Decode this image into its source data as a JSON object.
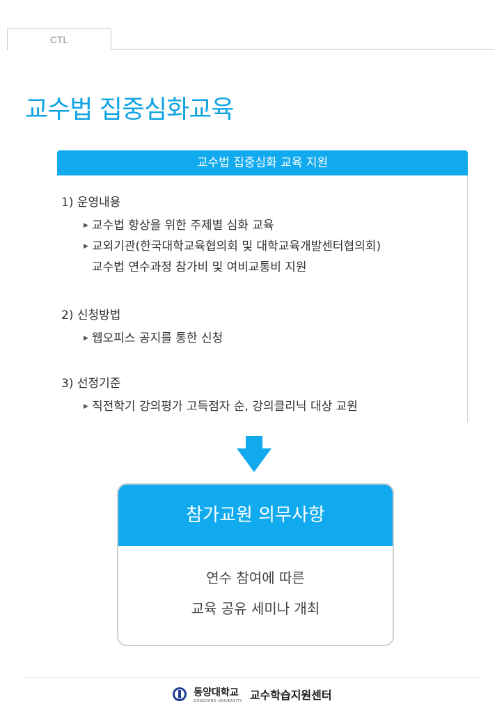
{
  "tab": {
    "label": "CTL"
  },
  "page_title": "교수법 집중심화교육",
  "card": {
    "header": "교수법 집중심화 교육 지원",
    "sections": [
      {
        "title": "1) 운영내용",
        "items": [
          "교수법 향상을 위한 주제별 심화 교육",
          "교외기관(한국대학교육협의회 및 대학교육개발센터협의회)"
        ],
        "continuation": "교수법 연수과정 참가비  및 여비교통비 지원"
      },
      {
        "title": "2) 신청방법",
        "items": [
          "웹오피스 공지를 통한 신청"
        ]
      },
      {
        "title": "3) 선정기준",
        "items": [
          "직전학기 강의평가 고득점자 순, 강의클리닉 대상 교원"
        ]
      }
    ]
  },
  "duty": {
    "title": "참가교원 의무사항",
    "lines": [
      "연수 참여에 따른",
      "교육 공유 세미나 개최"
    ]
  },
  "footer": {
    "university": "동양대학교",
    "university_en": "DONGYANG UNIVERSITY",
    "center": "교수학습지원센터"
  },
  "colors": {
    "accent": "#11aaee",
    "title": "#11a4e3"
  },
  "icons": {
    "arrow": "arrow-down-icon",
    "bullet": "triangle-bullet-icon",
    "emblem": "university-emblem-icon"
  }
}
